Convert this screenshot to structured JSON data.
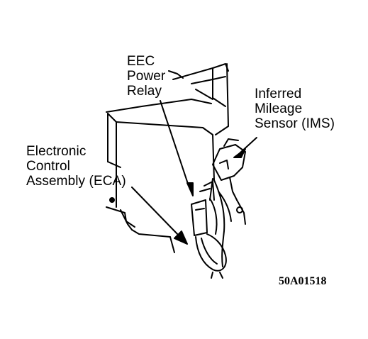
{
  "labels": {
    "eec_power_relay": [
      "EEC",
      "Power",
      "Relay"
    ],
    "ims": [
      "Inferred",
      "Mileage",
      "Sensor (IMS)"
    ],
    "eca": [
      "Electronic",
      "Control",
      "Assembly (ECA)"
    ]
  },
  "figure_code": "50A01518",
  "colors": {
    "line": "#000000",
    "background": "#ffffff"
  }
}
